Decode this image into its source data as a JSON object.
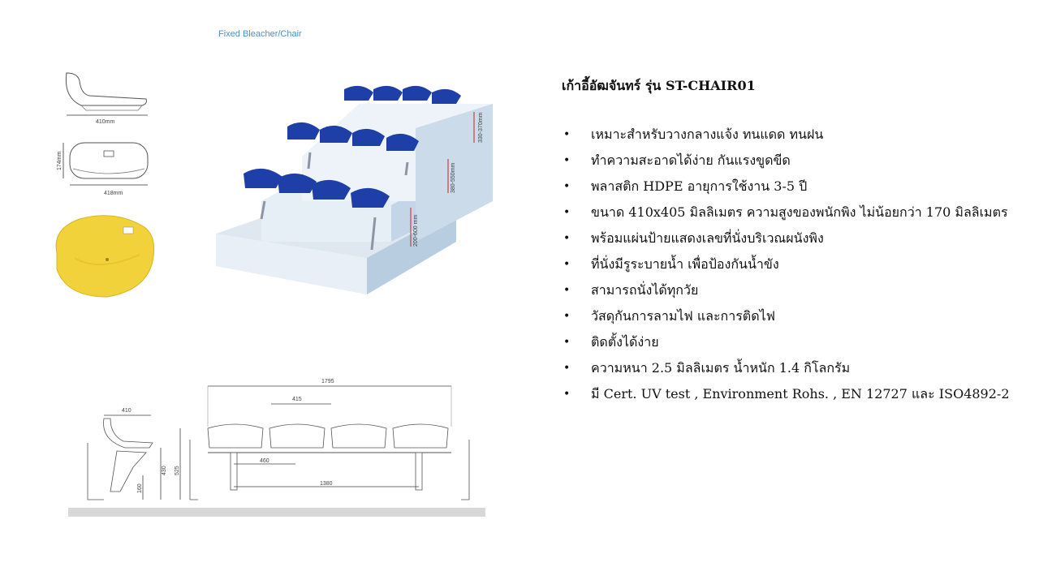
{
  "caption": "Fixed Bleacher/Chair",
  "title": "เก้าอี้อัฒจันทร์ รุ่น ST-CHAIR01",
  "bullets": [
    "เหมาะสำหรับวางกลางแจ้ง ทนแดด ทนฝน",
    "ทำความสะอาดได้ง่าย กันแรงขูดขีด",
    "พลาสติก HDPE  อายุการใช้งาน 3-5 ปี",
    "ขนาด 410x405 มิลลิเมตร ความสูงของพนักพิง ไม่น้อยกว่า 170 มิลลิเมตร",
    "พร้อมแผ่นป้ายแสดงเลขที่นั่งบริเวณผนังพิง",
    "ที่นั่งมีรูระบายน้ำ เพื่อป้องกันน้ำขัง",
    "สามารถนั่งได้ทุกวัย",
    "วัสดุกันการลามไฟ และการติดไฟ",
    "ติดตั้งได้ง่าย",
    "ความหนา 2.5 มิลลิเมตร น้ำหนัก 1.4 กิโลกรัม",
    "มี Cert.  UV test , Environment Rohs. , EN 12727  และ ISO4892-2"
  ],
  "bullet_symbol": "•",
  "dimensions": {
    "side_width": "410mm",
    "top_width": "418mm",
    "top_height": "174mm",
    "step1": "330-370mm",
    "step2": "380-550mm",
    "step3": "200-600 mm",
    "front_width": "410",
    "front_h430": "430",
    "front_h525": "525",
    "front_h160": "160",
    "total_width": "1795",
    "seat_pitch": "415",
    "leg_offset": "460",
    "leg_span": "1380"
  },
  "colors": {
    "seat_blue": "#1f3fa8",
    "seat_yellow": "#f2d23a",
    "platform": "#dfe8f1",
    "caption": "#4a8fc6"
  }
}
